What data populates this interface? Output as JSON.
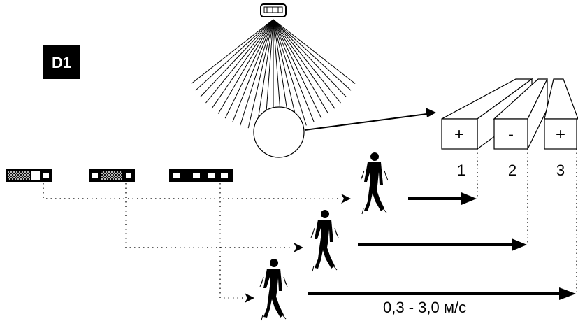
{
  "badge": {
    "label": "D1"
  },
  "zones": [
    {
      "sign": "+",
      "number": "1"
    },
    {
      "sign": "-",
      "number": "2"
    },
    {
      "sign": "+",
      "number": "3"
    }
  ],
  "speed_range": "0,3 - 3,0 м/с",
  "colors": {
    "ink": "#000000",
    "background": "#ffffff",
    "badge": "#000000",
    "badge_text": "#ffffff"
  },
  "icons": [
    "motion-sensor-icon",
    "walking-person-icon",
    "arrow-icon"
  ]
}
